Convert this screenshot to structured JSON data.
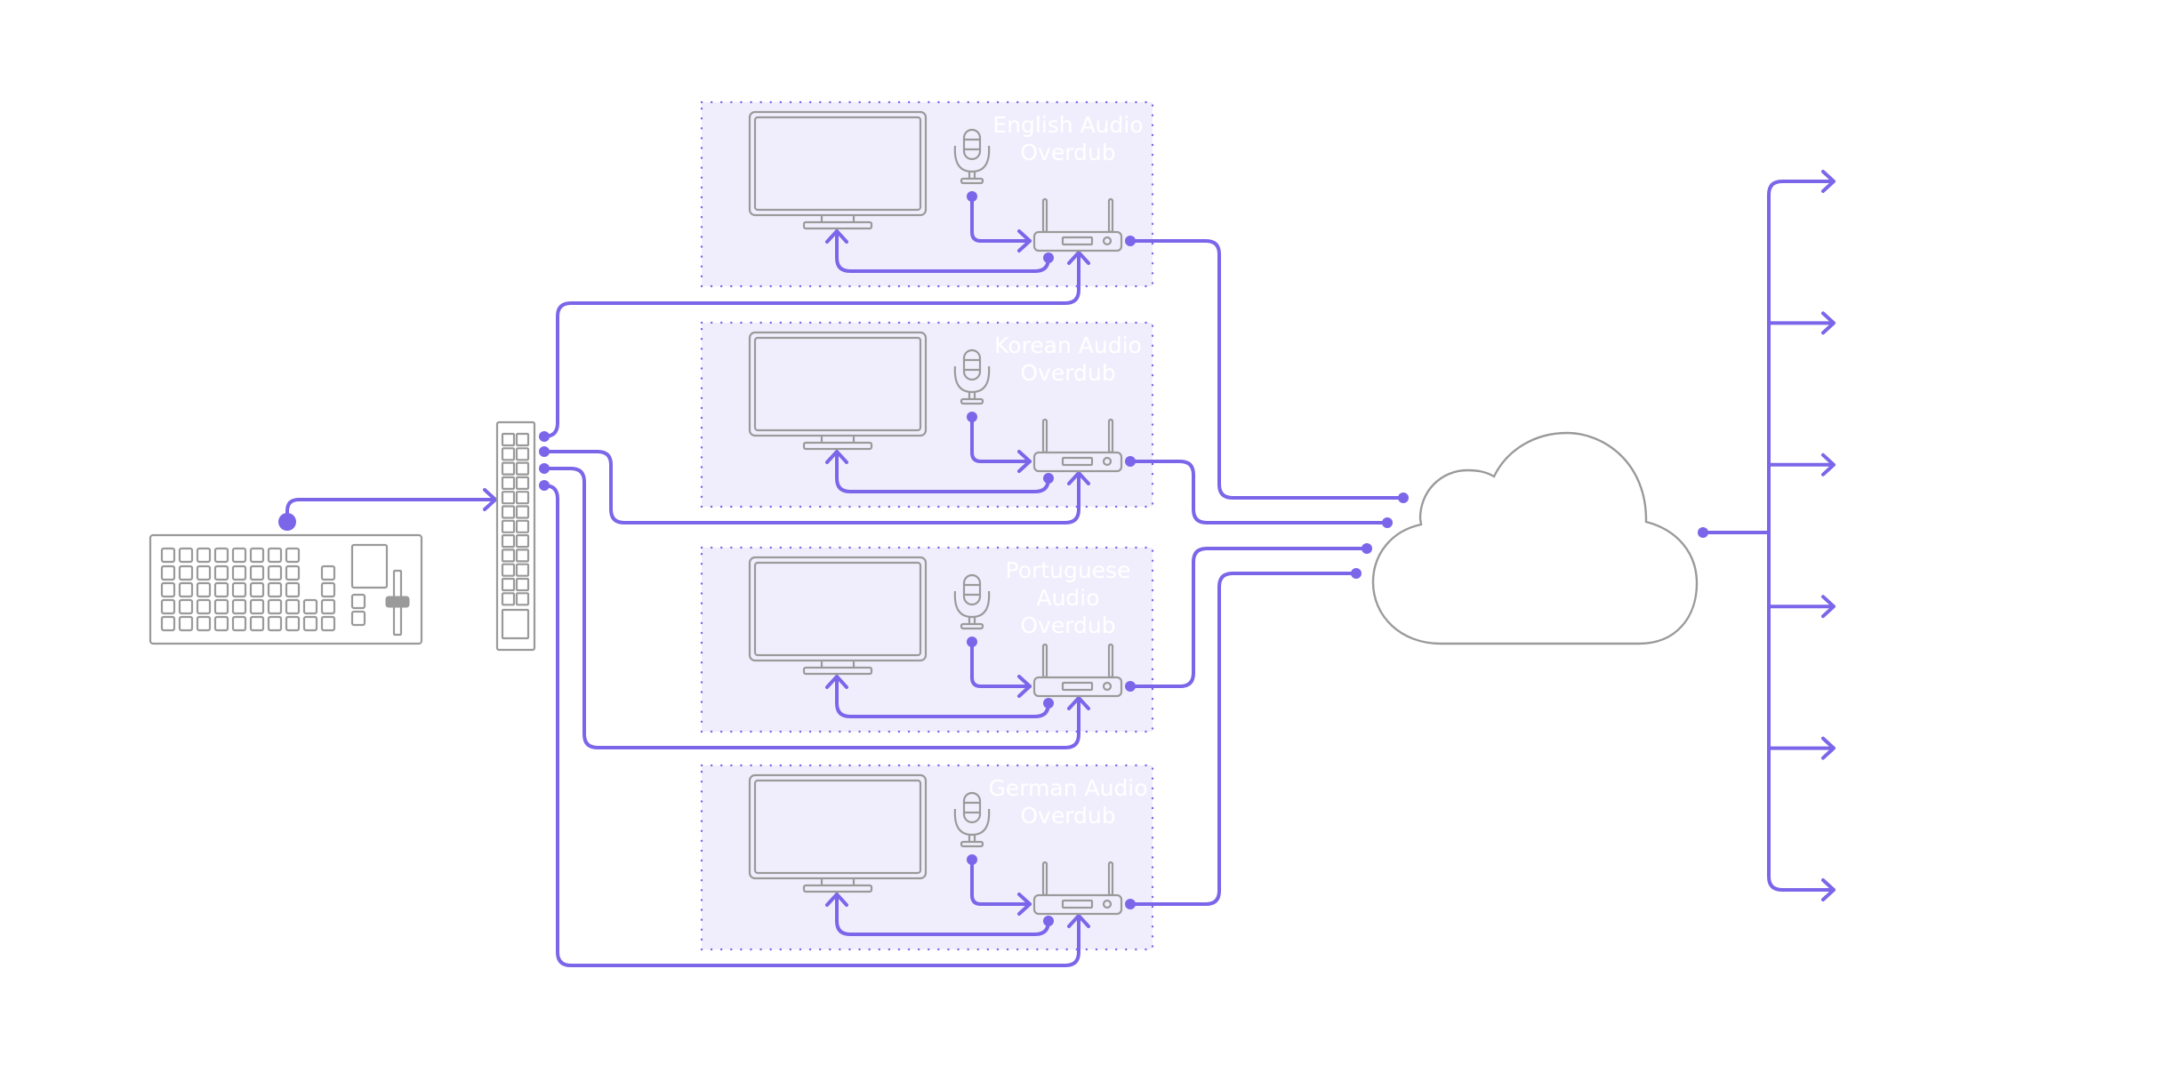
{
  "diagram": {
    "title": "Multi-language audio overdub distribution",
    "colors": {
      "wire": "#7b66ea",
      "booth_fill": "#f0eefd",
      "device_stroke": "#9a9a9a",
      "label_text": "#ffffff"
    },
    "nodes": {
      "switcher": {
        "name": "Production switcher control panel",
        "icon": "video-switcher-icon"
      },
      "router": {
        "name": "Router control panel",
        "icon": "router-panel-icon"
      },
      "cloud": {
        "name": "Cloud",
        "icon": "cloud-icon"
      }
    },
    "booths": [
      {
        "id": "english",
        "label_lines": [
          "English Audio",
          "Overdub"
        ]
      },
      {
        "id": "korean",
        "label_lines": [
          "Korean Audio",
          "Overdub"
        ]
      },
      {
        "id": "portuguese",
        "label_lines": [
          "Portuguese",
          "Audio",
          "Overdub"
        ]
      },
      {
        "id": "german",
        "label_lines": [
          "German Audio",
          "Overdub"
        ]
      }
    ],
    "booth_devices": [
      "monitor-icon",
      "microphone-icon",
      "receiver-icon"
    ],
    "outputs": {
      "count": 6,
      "icon": "arrow-right-icon"
    }
  }
}
